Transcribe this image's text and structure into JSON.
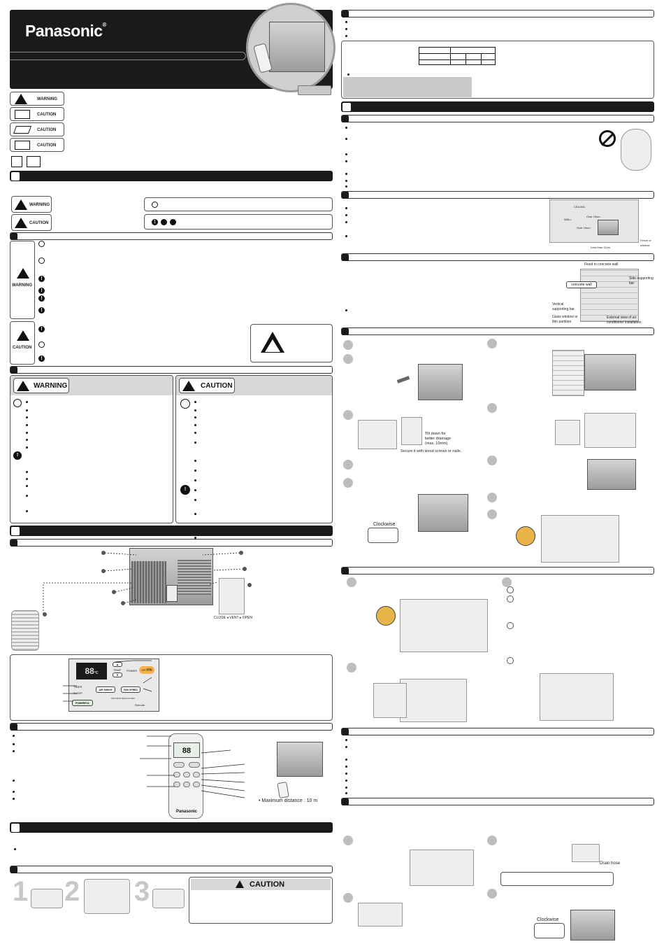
{
  "brand": "Panasonic",
  "brand_mark": "®",
  "symbols": {
    "warning_label": "WARNING",
    "caution_label": "CAUTION",
    "caution_label2": "CAUTION",
    "caution_label3": "CAUTION"
  },
  "safety": {
    "warning_label": "WARNING",
    "caution_label": "CAUTION",
    "warning_header": "WARNING",
    "caution_header": "CAUTION"
  },
  "install": {
    "tilt_note": "Tilt down for better drainage (max. 10mm).",
    "secure_note": "Secure it with wood screws or nails.",
    "clockwise_1": "Clockwise",
    "clockwise_2": "Clockwise",
    "ceiling": "CEILING",
    "wall": "WALL",
    "fence": "Fence or window",
    "less_than": "Less than 21cm",
    "over_15_a": "Over 15cm",
    "over_15_b": "Over 15cm",
    "fixed_to_wall": "Fixed to concrete wall",
    "concrete_wall": "concrete wall",
    "side_bar": "Side supporting bar",
    "vertical_bar": "Vertical supporting bar",
    "glass_window": "Glass window or thin partition",
    "external_view": "External view of air conditioner installation",
    "drain_hose": "Drain hose"
  },
  "parts": {
    "louver_label": "CLOSE ◂ VENT ▸ OPEN"
  },
  "panel": {
    "temp": "TEMP",
    "power": "POWER",
    "option": "OPTION",
    "timer": "TIMER",
    "sleep": "SLEEP",
    "air_swing": "AIR SWING",
    "fan_speed": "FAN SPEED",
    "powerful": "POWERFUL",
    "anti_bacteria": "ANTI-BACTERIA FILTER",
    "remote": "Remote",
    "display": "88",
    "unit": "°C"
  },
  "remote": {
    "brand": "Panasonic",
    "max_distance": "• Maximum distance : 10 m",
    "display": "88"
  },
  "battery": {
    "step1": "1",
    "step2": "2",
    "step3": "3",
    "caution": "CAUTION"
  }
}
